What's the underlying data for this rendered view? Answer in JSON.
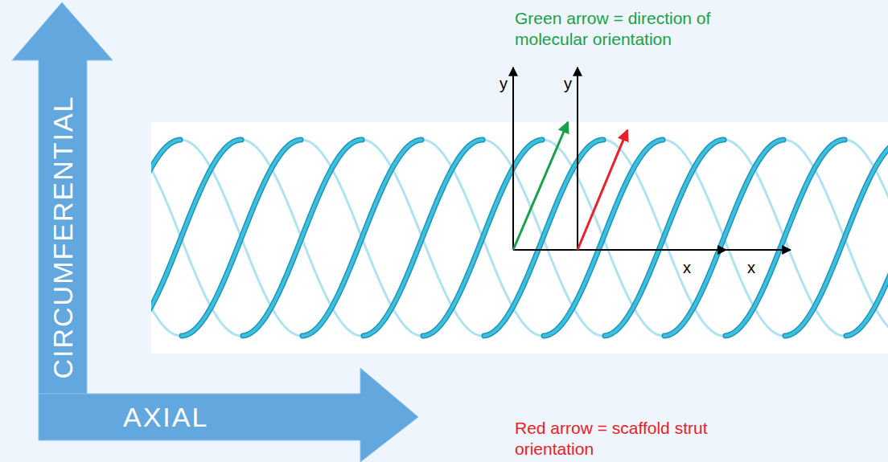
{
  "diagram": {
    "nodes": [
      {
        "text": [
          "CIRCUMFERENTIAL"
        ]
      },
      {
        "text": [
          "AXIAL"
        ]
      }
    ],
    "labels": [
      "Green arrow = direction of molecular orientation",
      "y",
      "y",
      "x",
      "x",
      "Red arrow = scaffold strut orientation"
    ]
  }
}
